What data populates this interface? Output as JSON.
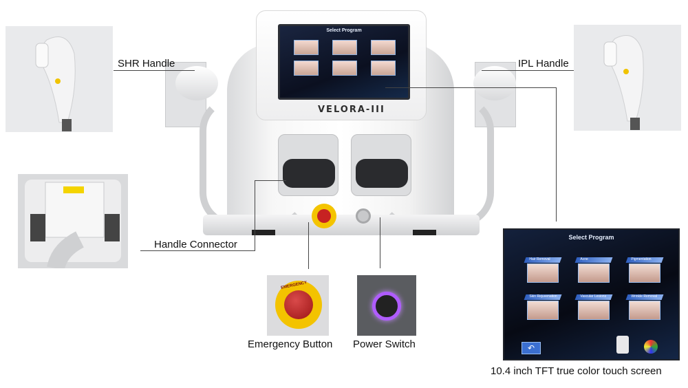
{
  "labels": {
    "shr_handle": "SHR Handle",
    "ipl_handle": "IPL Handle",
    "handle_connector": "Handle Connector",
    "emergency_button": "Emergency Button",
    "power_switch": "Power Switch",
    "touch_screen": "10.4 inch TFT true color touch screen"
  },
  "machine": {
    "brand": "VELORA-III",
    "screen_title": "Select Program"
  },
  "emergency_text": "EMERGENCY",
  "touch_screen": {
    "title": "Select Program",
    "tiles": [
      {
        "label": "Hair Removal"
      },
      {
        "label": "Acne"
      },
      {
        "label": "Pigmentation"
      },
      {
        "label": "Skin Rejuvenation"
      },
      {
        "label": "Vascular Lesions"
      },
      {
        "label": "Wrinkle Removal"
      }
    ],
    "back_icon": "back-arrow-icon",
    "device_icon": "device-icon",
    "brain_icon": "brain-icon"
  },
  "colors": {
    "label_text": "#111111",
    "emergency_yellow": "#f3c300",
    "emergency_red": "#c72222",
    "power_ring": "#b05cff",
    "screen_tile_tag": "#2f5fbf"
  }
}
